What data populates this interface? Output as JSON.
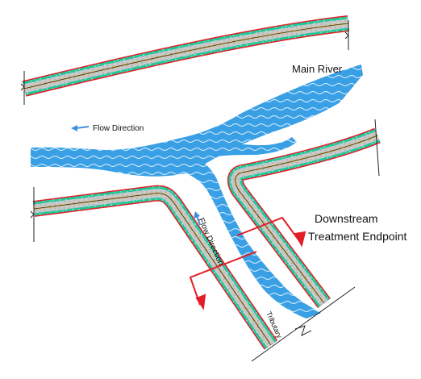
{
  "labels": {
    "main_river": "Main River",
    "flow_direction_main": "Flow Direction",
    "flow_direction_tributary": "Flow Direction",
    "tributary": "Tributary",
    "downstream_line1": "Downstream",
    "downstream_line2": "Treatment Endpoint"
  },
  "colors": {
    "water": "#3aa0e6",
    "wave": "#ffffff",
    "outer_layer": "#e41e26",
    "green_layer": "#1fc79a",
    "yellow_layer": "#f0b419",
    "gray_layer": "#c9c9c9",
    "arrow_blue": "#3f8fe0",
    "section_line": "#e41e26"
  }
}
